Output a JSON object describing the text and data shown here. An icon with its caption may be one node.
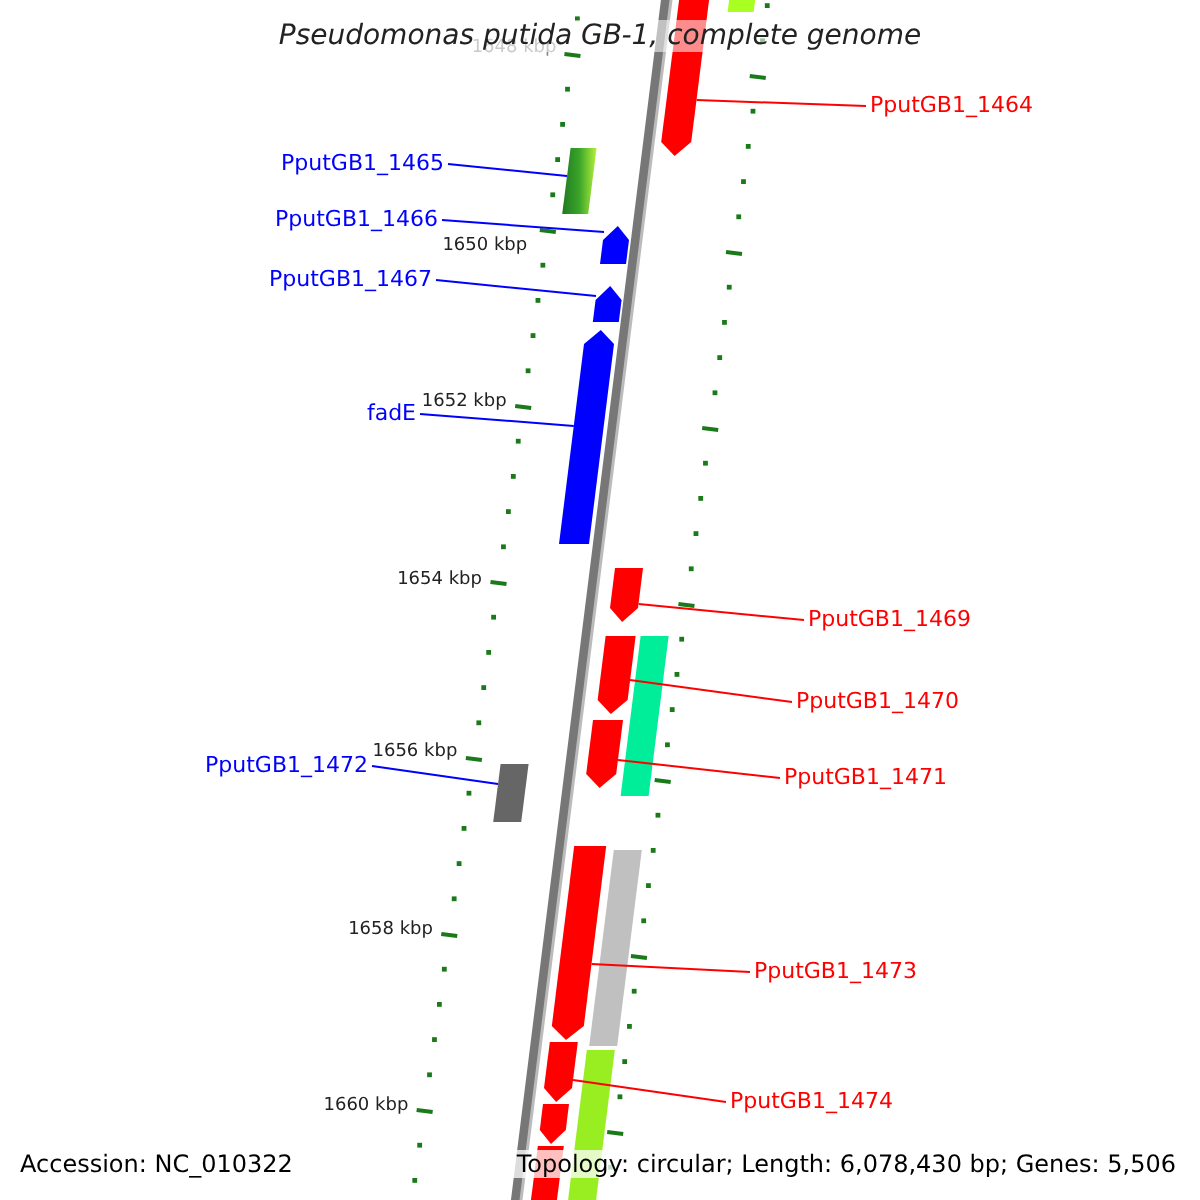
{
  "diagram": {
    "title": "Pseudomonas putida GB-1, complete genome",
    "nodes": [
      {
        "text": [
          "PputGB1_1464"
        ]
      },
      {
        "text": [
          "PputGB1_1465"
        ]
      },
      {
        "text": [
          "PputGB1_1466"
        ]
      },
      {
        "text": [
          "PputGB1_1467"
        ]
      },
      {
        "text": [
          "fadE"
        ]
      },
      {
        "text": [
          "PputGB1_1469"
        ]
      },
      {
        "text": [
          "PputGB1_1470"
        ]
      },
      {
        "text": [
          "PputGB1_1471"
        ]
      },
      {
        "text": [
          "PputGB1_1472"
        ]
      },
      {
        "text": [
          "PputGB1_1473"
        ]
      },
      {
        "text": [
          "PputGB1_1474"
        ]
      },
      {
        "text": [],
        "shape": "bar"
      },
      {
        "text": [],
        "shape": "bar"
      },
      {
        "text": [],
        "shape": "bar"
      },
      {
        "text": [],
        "shape": "bar"
      },
      {
        "text": [],
        "shape": "bar"
      },
      {
        "text": [],
        "shape": "bar"
      },
      {
        "text": [],
        "shape": "bar"
      },
      {
        "text": [],
        "shape": "bar"
      },
      {
        "text": [],
        "shape": "bar"
      },
      {
        "text": [],
        "shape": "bar"
      },
      {
        "text": [],
        "shape": "bar"
      },
      {
        "text": [],
        "shape": "bar"
      },
      {
        "text": [],
        "shape": "bar"
      },
      {
        "text": [],
        "shape": "bar"
      },
      {
        "text": [],
        "shape": "bar"
      },
      {
        "text": [],
        "shape": "bar"
      },
      {
        "text": [],
        "shape": "bar"
      }
    ],
    "edges": [
      {
        "from": 0,
        "to": 11,
        "arrow": "none"
      },
      {
        "from": 1,
        "to": 12,
        "arrow": "none",
        "color": "#0000ff"
      },
      {
        "from": 2,
        "to": 13,
        "arrow": "none",
        "color": "#0000ff"
      },
      {
        "from": 3,
        "to": 14,
        "arrow": "none",
        "color": "#0000ff"
      },
      {
        "from": 4,
        "to": 15,
        "arrow": "none",
        "color": "#0000ff"
      },
      {
        "from": 5,
        "to": 16,
        "arrow": "none"
      },
      {
        "from": 6,
        "to": 17,
        "arrow": "none"
      },
      {
        "from": 7,
        "to": 18,
        "arrow": "none"
      },
      {
        "from": 8,
        "to": 19,
        "arrow": "none",
        "color": "#0000ff"
      },
      {
        "from": 9,
        "to": 20,
        "arrow": "none"
      },
      {
        "from": 10,
        "to": 21,
        "arrow": "none"
      }
    ],
    "labels": [
      "1648 kbp",
      "1650 kbp",
      "1652 kbp",
      "1654 kbp",
      "1656 kbp",
      "1658 kbp",
      "1660 kbp",
      "Accession: NC_010322",
      "Topology: circular; Length: 6,078,430 bp; Genes: 5,506"
    ]
  }
}
